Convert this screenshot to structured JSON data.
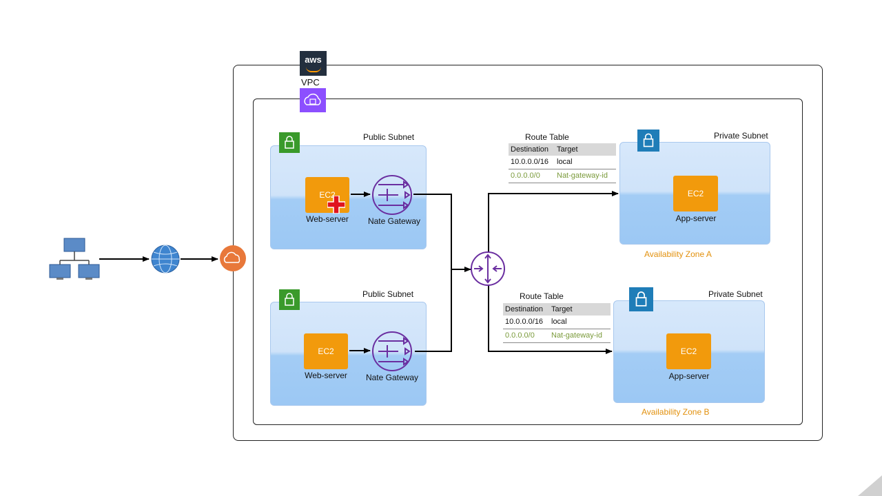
{
  "aws": {
    "logo_text": "aws",
    "vpc_label": "VPC"
  },
  "subnets": {
    "public_top": {
      "title": "Public Subnet",
      "ec2_label": "EC2",
      "server_label": "Web-server",
      "nat_label": "Nate Gateway"
    },
    "public_bottom": {
      "title": "Public Subnet",
      "ec2_label": "EC2",
      "server_label": "Web-server",
      "nat_label": "Nate Gateway"
    },
    "private_a": {
      "title": "Private Subnet",
      "ec2_label": "EC2",
      "server_label": "App-server",
      "az_label": "Availability Zone A"
    },
    "private_b": {
      "title": "Private Subnet",
      "ec2_label": "EC2",
      "server_label": "App-server",
      "az_label": "Availability Zone B"
    }
  },
  "route_tables": {
    "top": {
      "title": "Route Table",
      "headers": [
        "Destination",
        "Target"
      ],
      "rows": [
        [
          "10.0.0.0/16",
          "local"
        ],
        [
          "0.0.0.0/0",
          "Nat-gateway-id"
        ]
      ]
    },
    "bottom": {
      "title": "Route Table",
      "headers": [
        "Destination",
        "Target"
      ],
      "rows": [
        [
          "10.0.0.0/16",
          "local"
        ],
        [
          "0.0.0.0/0",
          "Nat-gateway-id"
        ]
      ]
    }
  },
  "colors": {
    "ec2": "#f29a0c",
    "vpc": "#8c4fff",
    "nat": "#6a2ea0",
    "igw": "#e8783a",
    "az": "#e2900c",
    "lock_public": "#3a9a2b",
    "lock_private": "#1f7db8"
  }
}
